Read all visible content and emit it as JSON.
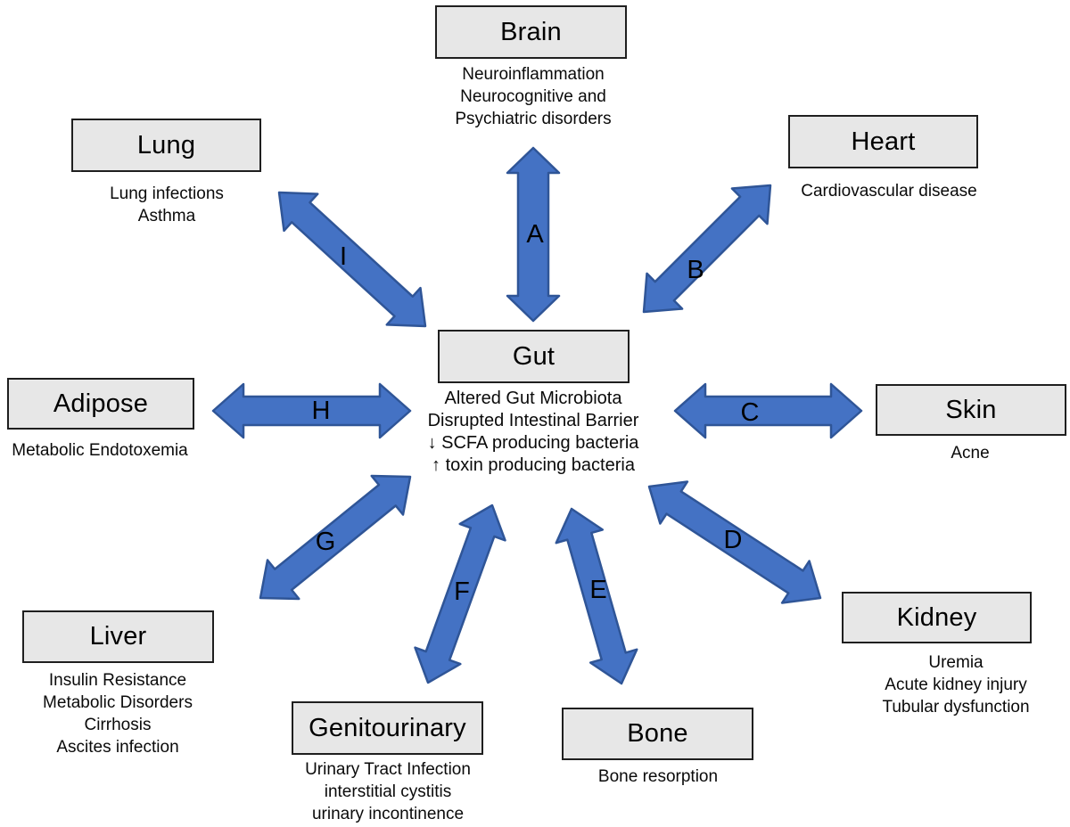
{
  "diagram": {
    "center": {
      "title": "Gut",
      "details": [
        "Altered Gut Microbiota",
        "Disrupted Intestinal Barrier",
        "↓  SCFA producing bacteria",
        "↑ toxin producing bacteria"
      ]
    },
    "organs": [
      {
        "title": "Brain",
        "details": [
          "Neuroinflammation",
          "Neurocognitive and",
          "Psychiatric disorders"
        ]
      },
      {
        "title": "Heart",
        "details": [
          "Cardiovascular disease"
        ]
      },
      {
        "title": "Skin",
        "details": [
          "Acne"
        ]
      },
      {
        "title": "Kidney",
        "details": [
          "Uremia",
          "Acute kidney injury",
          "Tubular dysfunction"
        ]
      },
      {
        "title": "Bone",
        "details": [
          "Bone resorption"
        ]
      },
      {
        "title": "Genitourinary",
        "details": [
          "Urinary Tract Infection",
          "interstitial cystitis",
          "urinary incontinence"
        ]
      },
      {
        "title": "Liver",
        "details": [
          "Insulin Resistance",
          "Metabolic Disorders",
          "Cirrhosis",
          "Ascites infection"
        ]
      },
      {
        "title": "Adipose",
        "details": [
          "Metabolic Endotoxemia"
        ]
      },
      {
        "title": "Lung",
        "details": [
          "Lung infections",
          "Asthma"
        ]
      }
    ],
    "connections": [
      {
        "label": "A",
        "from": "Gut",
        "to": "Brain"
      },
      {
        "label": "B",
        "from": "Gut",
        "to": "Heart"
      },
      {
        "label": "C",
        "from": "Gut",
        "to": "Skin"
      },
      {
        "label": "D",
        "from": "Gut",
        "to": "Kidney"
      },
      {
        "label": "E",
        "from": "Gut",
        "to": "Bone"
      },
      {
        "label": "F",
        "from": "Gut",
        "to": "Genitourinary"
      },
      {
        "label": "G",
        "from": "Gut",
        "to": "Liver"
      },
      {
        "label": "H",
        "from": "Gut",
        "to": "Adipose"
      },
      {
        "label": "I",
        "from": "Gut",
        "to": "Lung"
      }
    ],
    "colors": {
      "arrow_fill": "#4472C4",
      "arrow_stroke": "#2F5597",
      "box_fill": "#E7E7E7",
      "box_border": "#1F1F1F",
      "background": "#FFFFFF"
    }
  }
}
